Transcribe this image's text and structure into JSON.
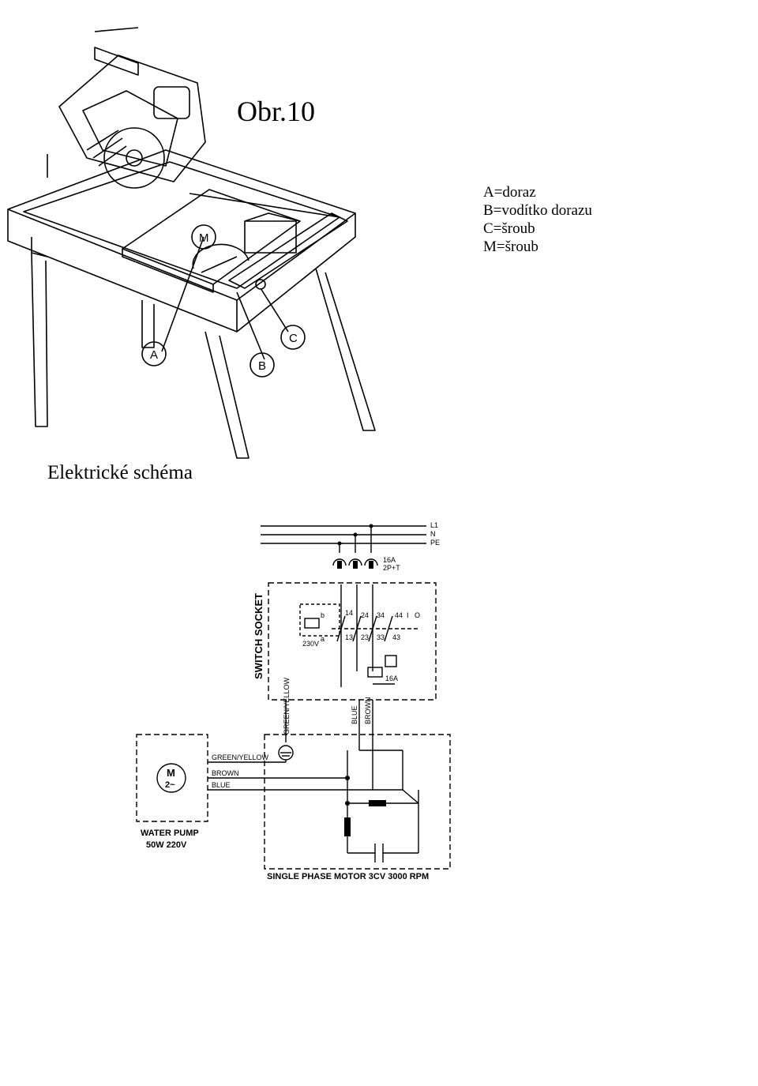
{
  "page": {
    "title": "Obr.10",
    "section_title": "Elektrické schéma"
  },
  "legend": {
    "items": [
      "A=doraz",
      "B=vodítko dorazu",
      "C=šroub",
      "M=šroub"
    ]
  },
  "drawing_callouts": [
    "M",
    "A",
    "B",
    "C"
  ],
  "schematic": {
    "lines": [
      "L1",
      "N",
      "PE"
    ],
    "breaker_rating": "16A",
    "breaker_type": "2P+T",
    "switch_socket_label": "SWITCH SOCKET",
    "contact_labels": [
      "b",
      "14",
      "24",
      "34",
      "44",
      "I",
      "O",
      "a",
      "13",
      "23",
      "33",
      "43"
    ],
    "coil_voltage": "230V",
    "socket_rating": "16A",
    "wire_labels": [
      "GREEN/YELLOW",
      "BLUE",
      "BROWN"
    ],
    "pump_wires": [
      "GREEN/YELLOW",
      "BROWN",
      "BLUE"
    ],
    "pump_motor_symbol": "M",
    "pump_motor_phase": "2~",
    "pump_label_line1": "WATER PUMP",
    "pump_label_line2": "50W 220V",
    "motor_label": "SINGLE PHASE MOTOR 3CV 3000 RPM"
  }
}
